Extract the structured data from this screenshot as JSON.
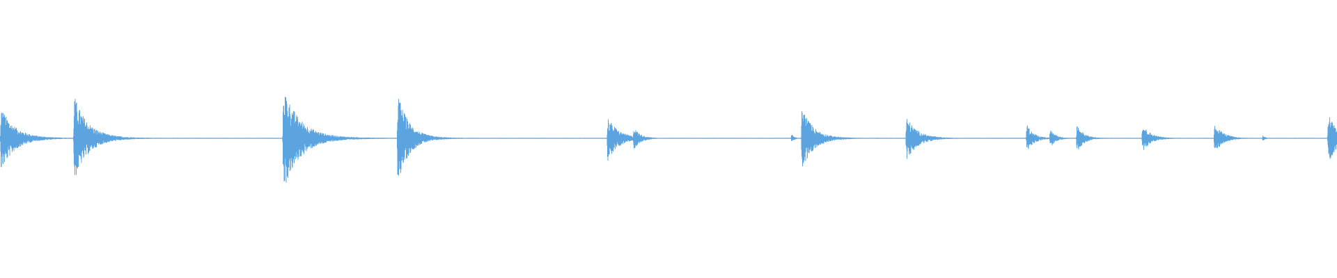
{
  "waveform": {
    "color": "#5ba4e0",
    "background": "#ffffff",
    "duration_fraction_peaks": [
      {
        "t": 0.0008,
        "up": 0.22,
        "down": 0.23,
        "decay": 0.01
      },
      {
        "t": 0.0555,
        "up": 0.3,
        "down": 0.3,
        "decay": 0.01
      },
      {
        "t": 0.212,
        "up": 0.36,
        "down": 0.37,
        "decay": 0.012
      },
      {
        "t": 0.2975,
        "up": 0.32,
        "down": 0.32,
        "decay": 0.008
      },
      {
        "t": 0.4545,
        "up": 0.15,
        "down": 0.16,
        "decay": 0.008
      },
      {
        "t": 0.474,
        "up": 0.08,
        "down": 0.08,
        "decay": 0.005
      },
      {
        "t": 0.592,
        "up": 0.03,
        "down": 0.03,
        "decay": 0.002
      },
      {
        "t": 0.5998,
        "up": 0.23,
        "down": 0.24,
        "decay": 0.008
      },
      {
        "t": 0.678,
        "up": 0.15,
        "down": 0.16,
        "decay": 0.008
      },
      {
        "t": 0.768,
        "up": 0.1,
        "down": 0.1,
        "decay": 0.005
      },
      {
        "t": 0.7855,
        "up": 0.07,
        "down": 0.07,
        "decay": 0.004
      },
      {
        "t": 0.8055,
        "up": 0.1,
        "down": 0.1,
        "decay": 0.005
      },
      {
        "t": 0.8545,
        "up": 0.1,
        "down": 0.1,
        "decay": 0.006
      },
      {
        "t": 0.9085,
        "up": 0.11,
        "down": 0.11,
        "decay": 0.006
      },
      {
        "t": 0.9445,
        "up": 0.02,
        "down": 0.02,
        "decay": 0.002
      },
      {
        "t": 0.9935,
        "up": 0.17,
        "down": 0.17,
        "decay": 0.008
      }
    ]
  }
}
